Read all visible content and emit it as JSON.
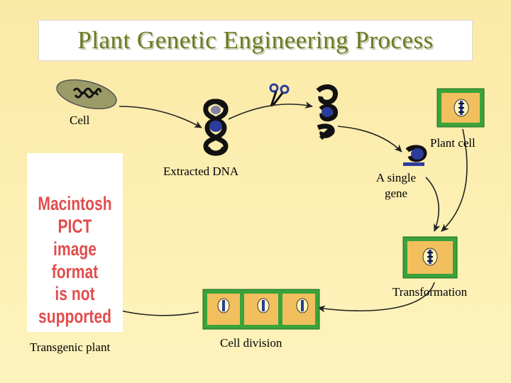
{
  "title": "Plant Genetic Engineering Process",
  "labels": {
    "cell": "Cell",
    "extracted_dna": "Extracted DNA",
    "plant_cell": "Plant cell",
    "single_gene": "A single\ngene",
    "transformation": "Transformation",
    "cell_division": "Cell division",
    "transgenic_plant": "Transgenic plant"
  },
  "placeholder_image": {
    "text": "Macintosh PICT\nimage format\nis not supported"
  },
  "colors": {
    "background": "#fdf0b4",
    "title_text": "#6b7a22",
    "cell_wall": "#3aa33a",
    "cell_fill": "#f2bf5e",
    "nucleus_fill": "#fff7c0",
    "dna_blue": "#2c3c9c",
    "placeholder_text": "#e24d4d"
  }
}
